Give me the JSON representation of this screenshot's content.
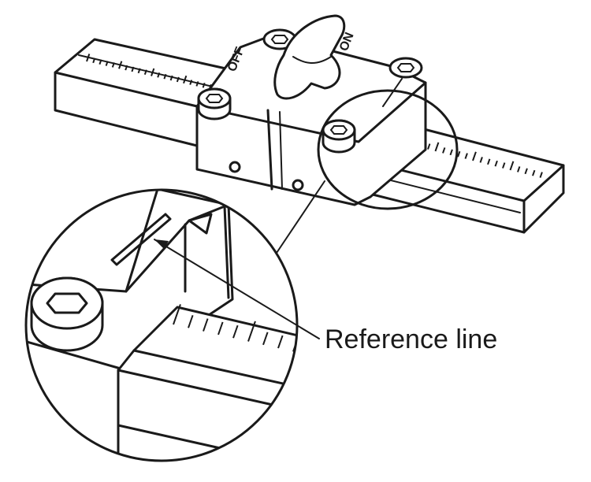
{
  "callout": {
    "label": "Reference line"
  },
  "engraving": {
    "off": "OFF",
    "on": "ON"
  },
  "colors": {
    "line": "#1a1a1a",
    "background": "#ffffff"
  }
}
